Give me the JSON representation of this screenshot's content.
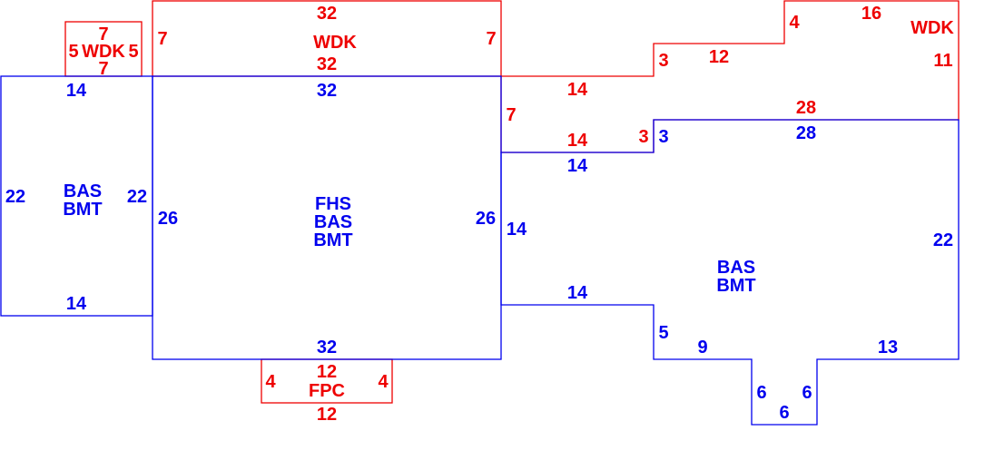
{
  "colors": {
    "living": "#0000ee",
    "exterior": "#ee0000"
  },
  "areas": {
    "left": {
      "codes": [
        "BAS",
        "BMT"
      ],
      "dims": [
        "14",
        "22",
        "22",
        "14"
      ]
    },
    "main": {
      "codes": [
        "FHS",
        "BAS",
        "BMT"
      ],
      "dims": [
        "32",
        "26",
        "26",
        "32"
      ]
    },
    "right": {
      "codes": [
        "BAS",
        "BMT"
      ],
      "dims": [
        "14",
        "14",
        "14",
        "3",
        "28",
        "22",
        "13",
        "6",
        "6",
        "6",
        "9",
        "5"
      ]
    },
    "wdk_small": {
      "code": "WDK",
      "dims": [
        "7",
        "5",
        "5",
        "7"
      ]
    },
    "wdk_top": {
      "code": "WDK",
      "dims": [
        "32",
        "7",
        "7",
        "32"
      ]
    },
    "wdk_right": {
      "code": "WDK",
      "dims": [
        "14",
        "3",
        "12",
        "4",
        "16",
        "11",
        "28",
        "3",
        "14",
        "7"
      ]
    },
    "fpc": {
      "code": "FPC",
      "dims": [
        "12",
        "4",
        "4",
        "12"
      ]
    }
  }
}
